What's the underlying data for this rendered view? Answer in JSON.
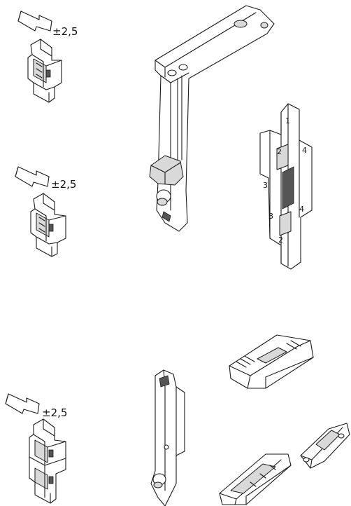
{
  "tolerance_labels": [
    "±2,5",
    "±2,5",
    "±2,5"
  ],
  "gauge_numbers": [
    "1",
    "2",
    "4",
    "3",
    "3",
    "4",
    "2"
  ]
}
